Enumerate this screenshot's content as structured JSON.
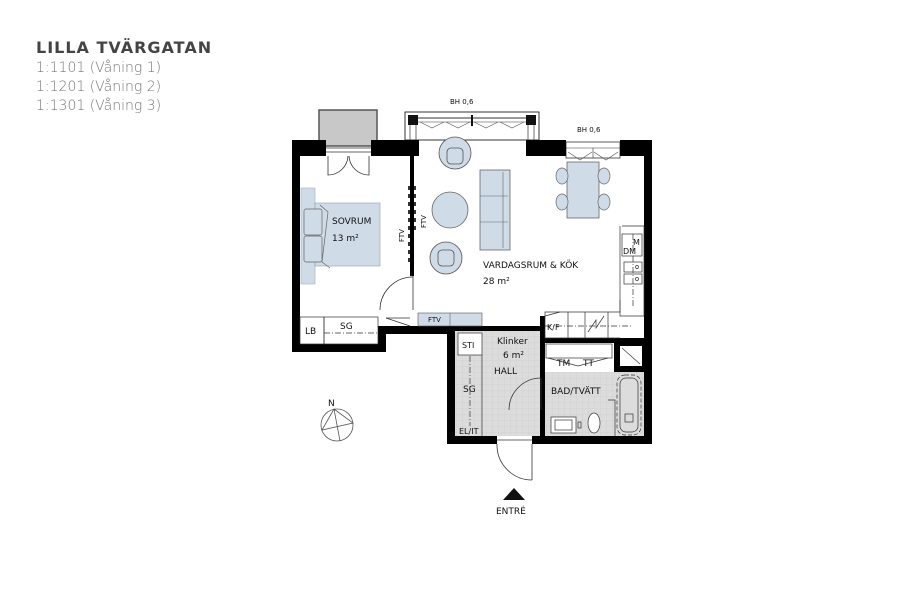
{
  "header": {
    "title": "LILLA TVÄRGATAN",
    "units": [
      "1:1101 (Våning 1)",
      "1:1201 (Våning 2)",
      "1:1301 (Våning 3)"
    ]
  },
  "plan": {
    "window_labels": {
      "living_window": "BH 0,6",
      "kitchen_window": "BH 0,6"
    },
    "rooms": {
      "bedroom": {
        "name": "SOVRUM",
        "area": "13 m²"
      },
      "living": {
        "name": "VARDAGSRUM & KÖK",
        "area": "28 m²"
      },
      "hall": {
        "floor": "Klinker",
        "area": "6 m²",
        "name": "HALL"
      },
      "bath": {
        "name": "BAD/TVÄTT"
      }
    },
    "fixtures": {
      "ftv_bedroom": "FTV",
      "ftv_living": "FTV",
      "ftv_hall": "FTV",
      "lb": "LB",
      "sg_bedroom": "SG",
      "sg_hall": "SG",
      "sti": "STI",
      "el_it": "EL/IT",
      "kf": "K/F",
      "m": "M",
      "dm": "DM",
      "tm": "TM",
      "tt": "TT"
    },
    "compass": "N",
    "entrance": "ENTRÉ"
  },
  "colors": {
    "wall": "#000000",
    "furniture": "#cfdbe6",
    "tile": "#d9d9d9",
    "balcony": "#c8c8c8"
  }
}
